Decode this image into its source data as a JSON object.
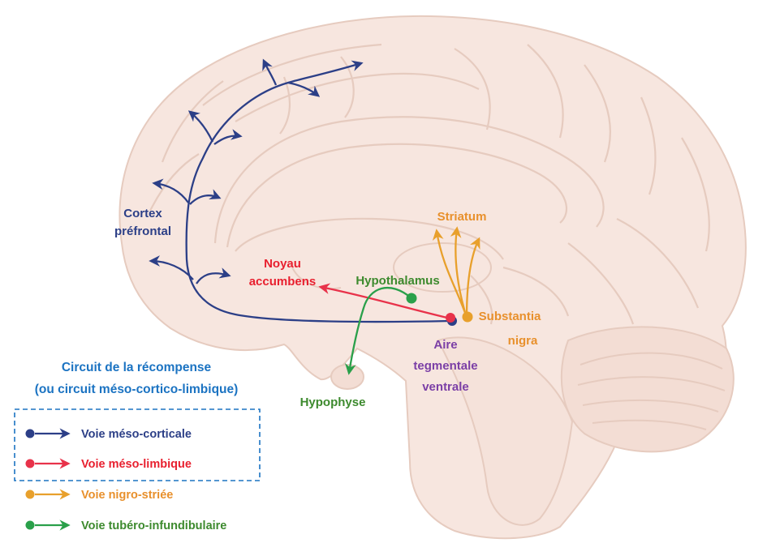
{
  "colors": {
    "meso_cortical": "#2c3f87",
    "meso_limbic": "#e8324a",
    "nigro_striatal": "#e8a02c",
    "tubero_infundibular": "#2aa04a",
    "hypothalamus_label": "#3d8a2e",
    "vta_label": "#7b3fa6",
    "legend_title": "#1b73c2",
    "brain_fill": "#f7e6df",
    "brain_stroke": "#e6cbbf"
  },
  "labels": {
    "cortex": [
      "Cortex",
      "préfrontal"
    ],
    "noyau": [
      "Noyau",
      "accumbens"
    ],
    "hypothalamus": "Hypothalamus",
    "striatum": "Striatum",
    "substantia": [
      "Substantia",
      "nigra"
    ],
    "aire": [
      "Aire",
      "tegmentale",
      "ventrale"
    ],
    "hypophyse": "Hypophyse"
  },
  "legend": {
    "title": [
      "Circuit de la récompense",
      "(ou circuit méso-cortico-limbique)"
    ],
    "items": [
      {
        "label": "Voie méso-corticale",
        "color": "#2c3f87",
        "boxed": true
      },
      {
        "label": "Voie méso-limbique",
        "color": "#e8324a",
        "boxed": true
      },
      {
        "label": "Voie nigro-striée",
        "color": "#e8a02c",
        "boxed": false
      },
      {
        "label": "Voie tubéro-infundibulaire",
        "color": "#2aa04a",
        "boxed": false
      }
    ]
  }
}
